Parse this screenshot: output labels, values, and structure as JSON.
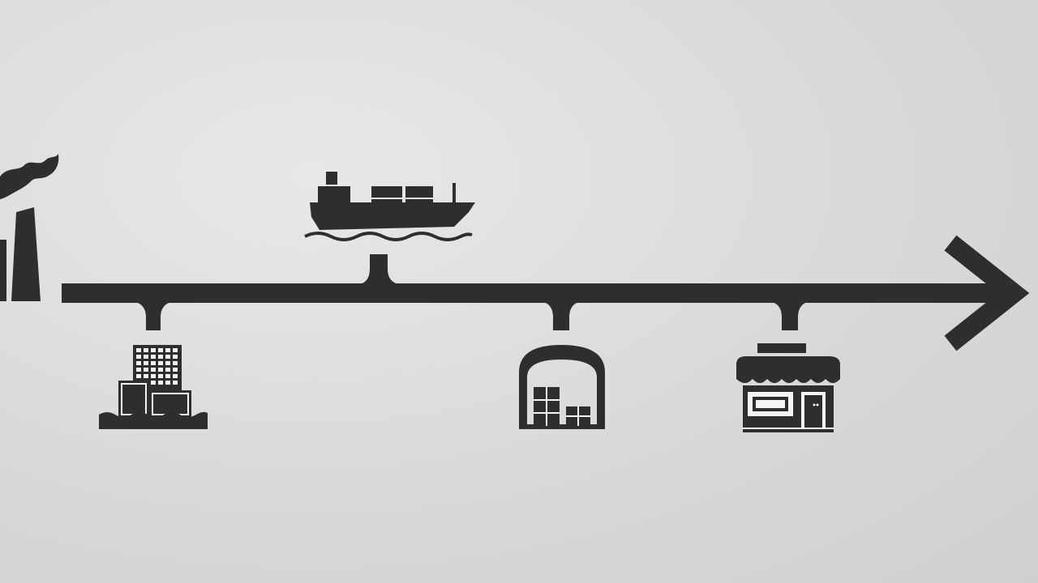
{
  "diagram": {
    "kind": "supply-chain-timeline",
    "colors": {
      "ink": "#2e2e2e",
      "background": "#dcdcdc",
      "highlight": "#f4f4f4"
    },
    "stages": [
      {
        "icon": "factory-icon",
        "order": 1
      },
      {
        "icon": "port-city-icon",
        "order": 2
      },
      {
        "icon": "cargo-ship-icon",
        "order": 3
      },
      {
        "icon": "warehouse-icon",
        "order": 4
      },
      {
        "icon": "storefront-icon",
        "order": 5
      }
    ]
  }
}
